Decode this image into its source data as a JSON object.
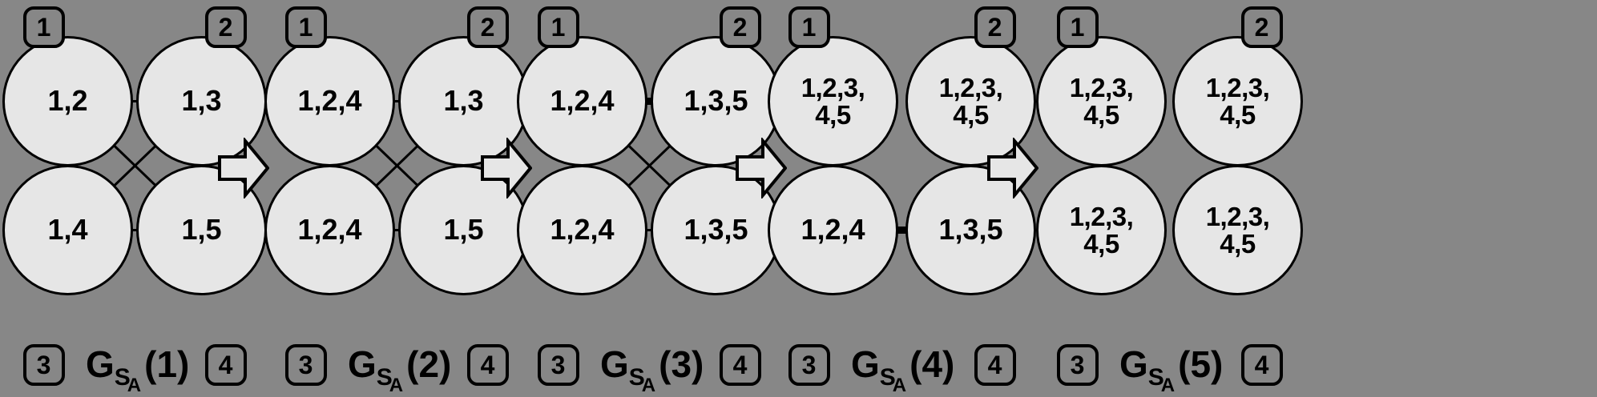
{
  "figure": {
    "background_color": "#878787",
    "node_fill_color": "#e6e6e6",
    "node_stroke_color": "#000000",
    "badge_fill_color": "#878787",
    "arrow_fill_color": "#e6e6e6",
    "edge_color": "#000000"
  },
  "panels": [
    {
      "caption": {
        "base": "G",
        "sub": "S",
        "subsub": "A",
        "index": "(1)"
      },
      "badges": [
        {
          "label": "1",
          "corner": "top-left"
        },
        {
          "label": "2",
          "corner": "top-right"
        },
        {
          "label": "3",
          "corner": "bottom-left"
        },
        {
          "label": "4",
          "corner": "bottom-right"
        }
      ],
      "nodes": [
        {
          "position": "top-left",
          "label": "1,2"
        },
        {
          "position": "top-right",
          "label": "1,3"
        },
        {
          "position": "bottom-left",
          "label": "1,4"
        },
        {
          "position": "bottom-right",
          "label": "1,5"
        }
      ],
      "edges": [
        {
          "from": "top-left",
          "to": "top-right",
          "weight": "thin"
        },
        {
          "from": "top-right",
          "to": "bottom-right",
          "weight": "thin"
        },
        {
          "from": "bottom-left",
          "to": "bottom-right",
          "weight": "thin"
        },
        {
          "from": "top-left",
          "to": "bottom-left",
          "weight": "thick"
        },
        {
          "from": "top-left",
          "to": "bottom-right",
          "weight": "thin"
        },
        {
          "from": "top-right",
          "to": "bottom-left",
          "weight": "thin"
        }
      ]
    },
    {
      "caption": {
        "base": "G",
        "sub": "S",
        "subsub": "A",
        "index": "(2)"
      },
      "badges": [
        {
          "label": "1",
          "corner": "top-left"
        },
        {
          "label": "2",
          "corner": "top-right"
        },
        {
          "label": "3",
          "corner": "bottom-left"
        },
        {
          "label": "4",
          "corner": "bottom-right"
        }
      ],
      "nodes": [
        {
          "position": "top-left",
          "label": "1,2,4"
        },
        {
          "position": "top-right",
          "label": "1,3"
        },
        {
          "position": "bottom-left",
          "label": "1,2,4"
        },
        {
          "position": "bottom-right",
          "label": "1,5"
        }
      ],
      "edges": [
        {
          "from": "top-left",
          "to": "top-right",
          "weight": "thin"
        },
        {
          "from": "top-right",
          "to": "bottom-right",
          "weight": "thick"
        },
        {
          "from": "bottom-left",
          "to": "bottom-right",
          "weight": "thin"
        },
        {
          "from": "top-left",
          "to": "bottom-right",
          "weight": "thin"
        },
        {
          "from": "top-right",
          "to": "bottom-left",
          "weight": "thin"
        }
      ]
    },
    {
      "caption": {
        "base": "G",
        "sub": "S",
        "subsub": "A",
        "index": "(3)"
      },
      "badges": [
        {
          "label": "1",
          "corner": "top-left"
        },
        {
          "label": "2",
          "corner": "top-right"
        },
        {
          "label": "3",
          "corner": "bottom-left"
        },
        {
          "label": "4",
          "corner": "bottom-right"
        }
      ],
      "nodes": [
        {
          "position": "top-left",
          "label": "1,2,4"
        },
        {
          "position": "top-right",
          "label": "1,3,5"
        },
        {
          "position": "bottom-left",
          "label": "1,2,4"
        },
        {
          "position": "bottom-right",
          "label": "1,3,5"
        }
      ],
      "edges": [
        {
          "from": "top-left",
          "to": "top-right",
          "weight": "thick"
        },
        {
          "from": "bottom-left",
          "to": "bottom-right",
          "weight": "thin"
        },
        {
          "from": "top-left",
          "to": "bottom-right",
          "weight": "thin"
        },
        {
          "from": "top-right",
          "to": "bottom-left",
          "weight": "thin"
        }
      ]
    },
    {
      "caption": {
        "base": "G",
        "sub": "S",
        "subsub": "A",
        "index": "(4)"
      },
      "badges": [
        {
          "label": "1",
          "corner": "top-left"
        },
        {
          "label": "2",
          "corner": "top-right"
        },
        {
          "label": "3",
          "corner": "bottom-left"
        },
        {
          "label": "4",
          "corner": "bottom-right"
        }
      ],
      "nodes": [
        {
          "position": "top-left",
          "label": "1,2,3,\n4,5"
        },
        {
          "position": "top-right",
          "label": "1,2,3,\n4,5"
        },
        {
          "position": "bottom-left",
          "label": "1,2,4"
        },
        {
          "position": "bottom-right",
          "label": "1,3,5"
        }
      ],
      "edges": [
        {
          "from": "bottom-left",
          "to": "bottom-right",
          "weight": "thick"
        }
      ]
    },
    {
      "caption": {
        "base": "G",
        "sub": "S",
        "subsub": "A",
        "index": "(5)"
      },
      "badges": [
        {
          "label": "1",
          "corner": "top-left"
        },
        {
          "label": "2",
          "corner": "top-right"
        },
        {
          "label": "3",
          "corner": "bottom-left"
        },
        {
          "label": "4",
          "corner": "bottom-right"
        }
      ],
      "nodes": [
        {
          "position": "top-left",
          "label": "1,2,3,\n4,5"
        },
        {
          "position": "top-right",
          "label": "1,2,3,\n4,5"
        },
        {
          "position": "bottom-left",
          "label": "1,2,3,\n4,5"
        },
        {
          "position": "bottom-right",
          "label": "1,2,3,\n4,5"
        }
      ],
      "edges": []
    }
  ],
  "transition_arrows": [
    {
      "index": 1,
      "direction": "right"
    },
    {
      "index": 2,
      "direction": "right"
    },
    {
      "index": 3,
      "direction": "right"
    },
    {
      "index": 4,
      "direction": "right"
    }
  ]
}
